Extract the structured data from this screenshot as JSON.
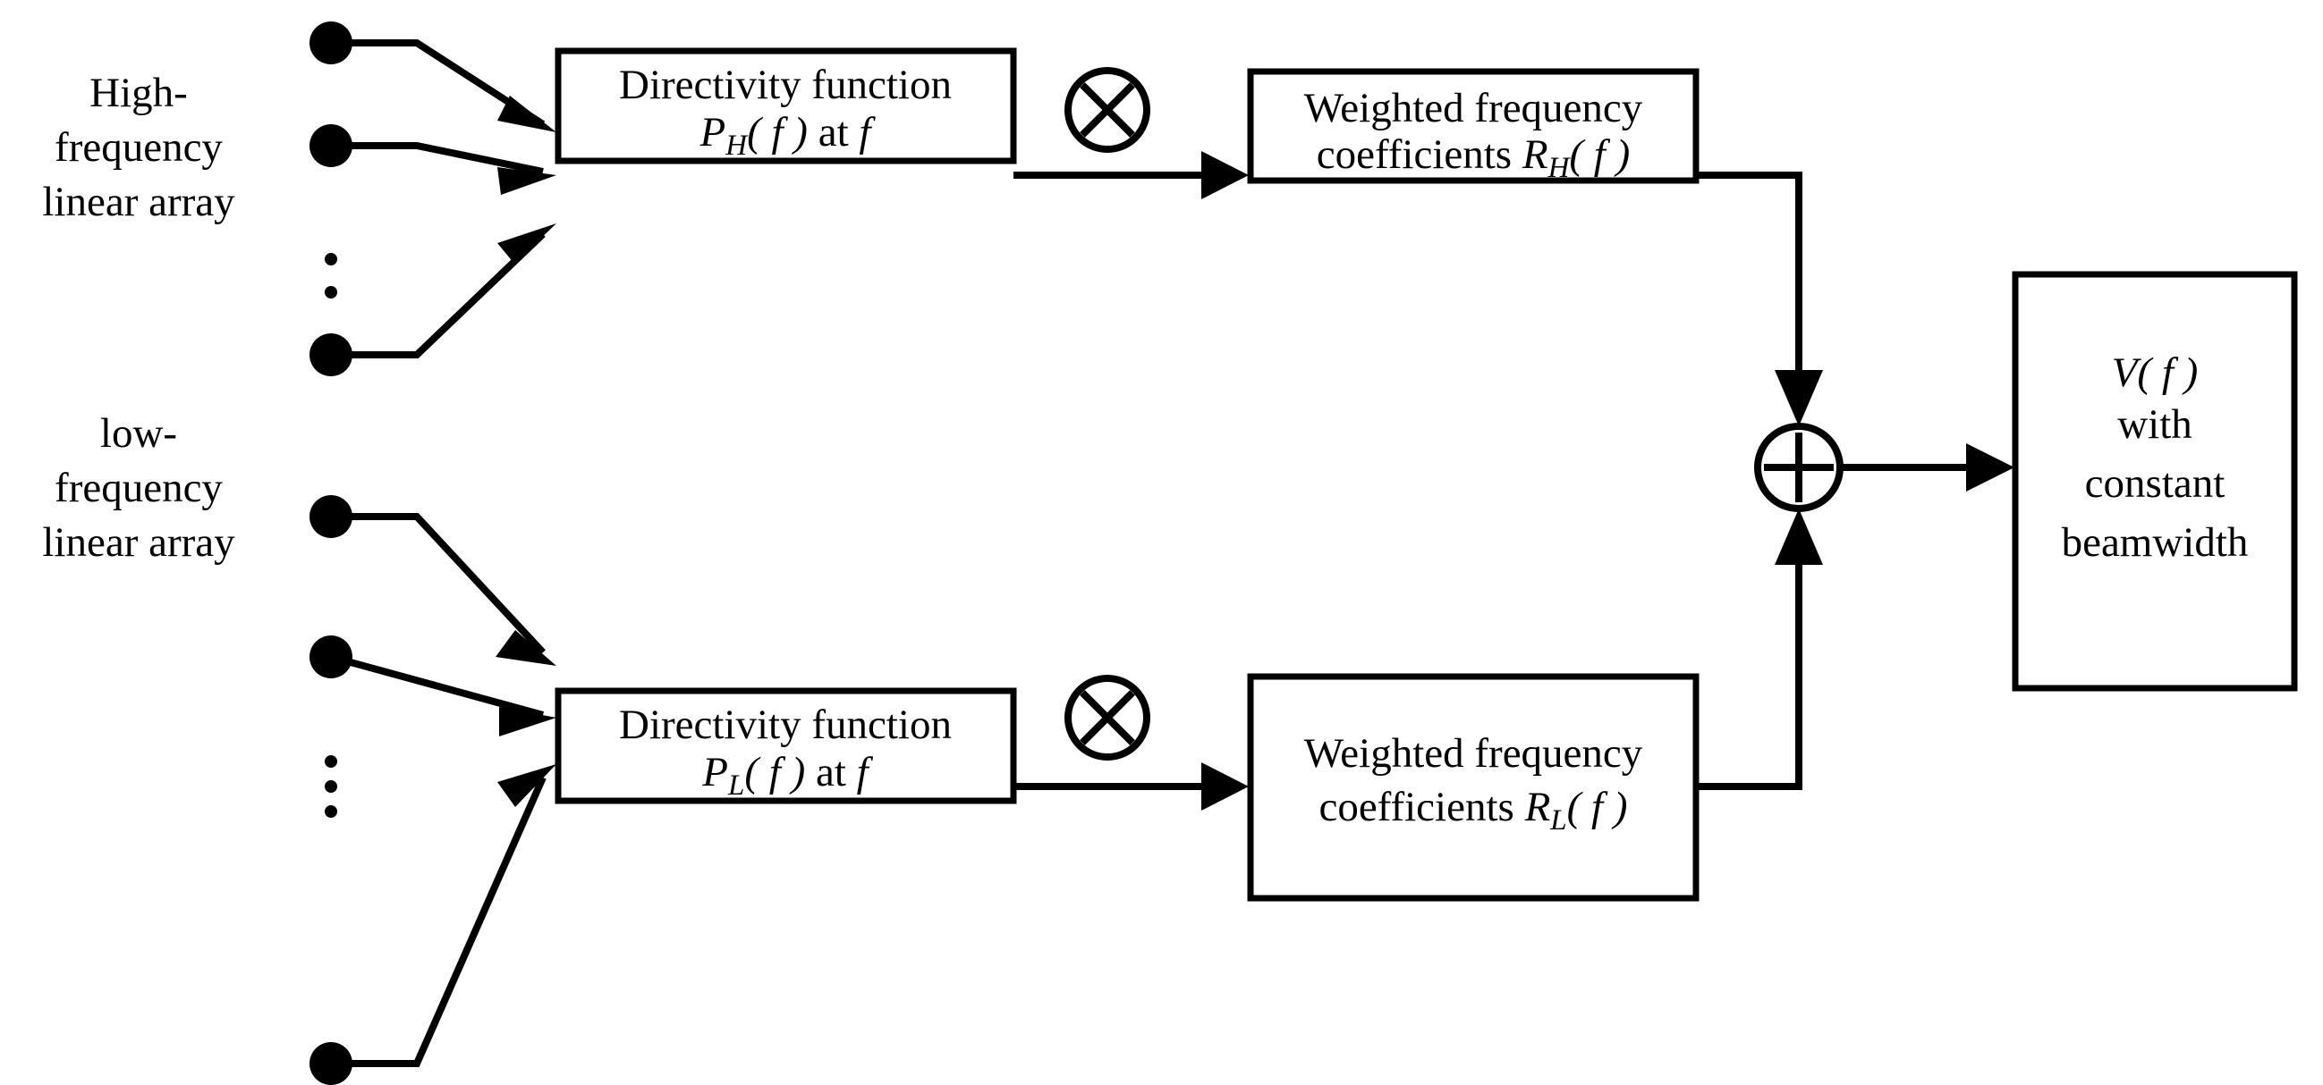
{
  "figure": {
    "type": "block-diagram",
    "title": "Constant beamwidth beamforming block diagram",
    "background_color": "#ffffff",
    "line_color": "#000000"
  },
  "inputs": {
    "high": {
      "label_lines": [
        "High-",
        "frequency",
        "linear array"
      ],
      "element_count_shown": 3,
      "ellipsis": "⋮"
    },
    "low": {
      "label_lines": [
        "low-",
        "frequency",
        "linear array"
      ],
      "element_count_shown": 3,
      "ellipsis": "⋮"
    }
  },
  "blocks": {
    "directivity_high": {
      "line1": "Directivity function",
      "line2_prefix": "P",
      "line2_sub": "H",
      "line2_arg": "( f )",
      "line2_suffix": "at",
      "line2_var": "f"
    },
    "weighted_high": {
      "line1": "Weighted frequency",
      "line2_prefix": "coefficients ",
      "line2_symbol": "R",
      "line2_sub": "H",
      "line2_arg": "( f )"
    },
    "directivity_low": {
      "line1": "Directivity function",
      "line2_prefix": "P",
      "line2_sub": "L",
      "line2_arg": "( f )",
      "line2_suffix": "at",
      "line2_var": "f"
    },
    "weighted_low": {
      "line1": "Weighted frequency",
      "line2_prefix": "coefficients ",
      "line2_symbol": "R",
      "line2_sub": "L",
      "line2_arg": "( f )"
    },
    "output": {
      "line1_symbol": "V",
      "line1_arg": "( f )",
      "line2": "with",
      "line3": "constant",
      "line4": "beamwidth"
    }
  },
  "operators": {
    "multiply_high": {
      "glyph": "⊗",
      "name": "multiply"
    },
    "multiply_low": {
      "glyph": "⊗",
      "name": "multiply"
    },
    "sum": {
      "glyph": "⊕",
      "name": "sum"
    }
  }
}
